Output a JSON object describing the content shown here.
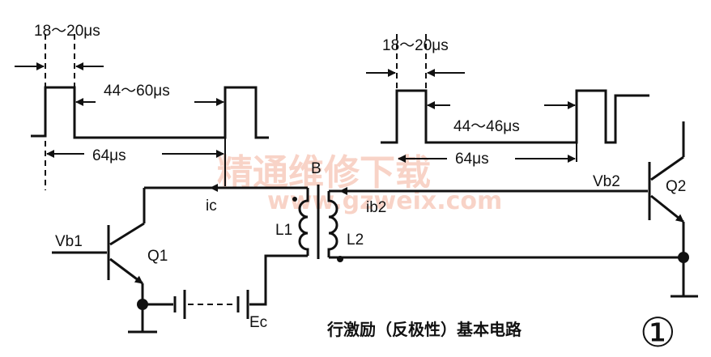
{
  "timing_left": {
    "pulse_width": "18～20μs",
    "gap": "44～60μs",
    "period": "64μs"
  },
  "timing_right": {
    "pulse_width": "18～20μs",
    "gap": "44～46μs",
    "period": "64μs"
  },
  "components": {
    "q1": "Q1",
    "q2": "Q2",
    "vb1": "Vb1",
    "vb2": "Vb2",
    "l1": "L1",
    "l2": "L2",
    "ec": "Ec",
    "ic": "ic",
    "ib2": "ib2",
    "core": "B"
  },
  "caption": "行激励（反极性）基本电路",
  "figure_number": "①",
  "watermark": {
    "line1": "精通维修下载",
    "line2": "www.gzweix.com"
  }
}
